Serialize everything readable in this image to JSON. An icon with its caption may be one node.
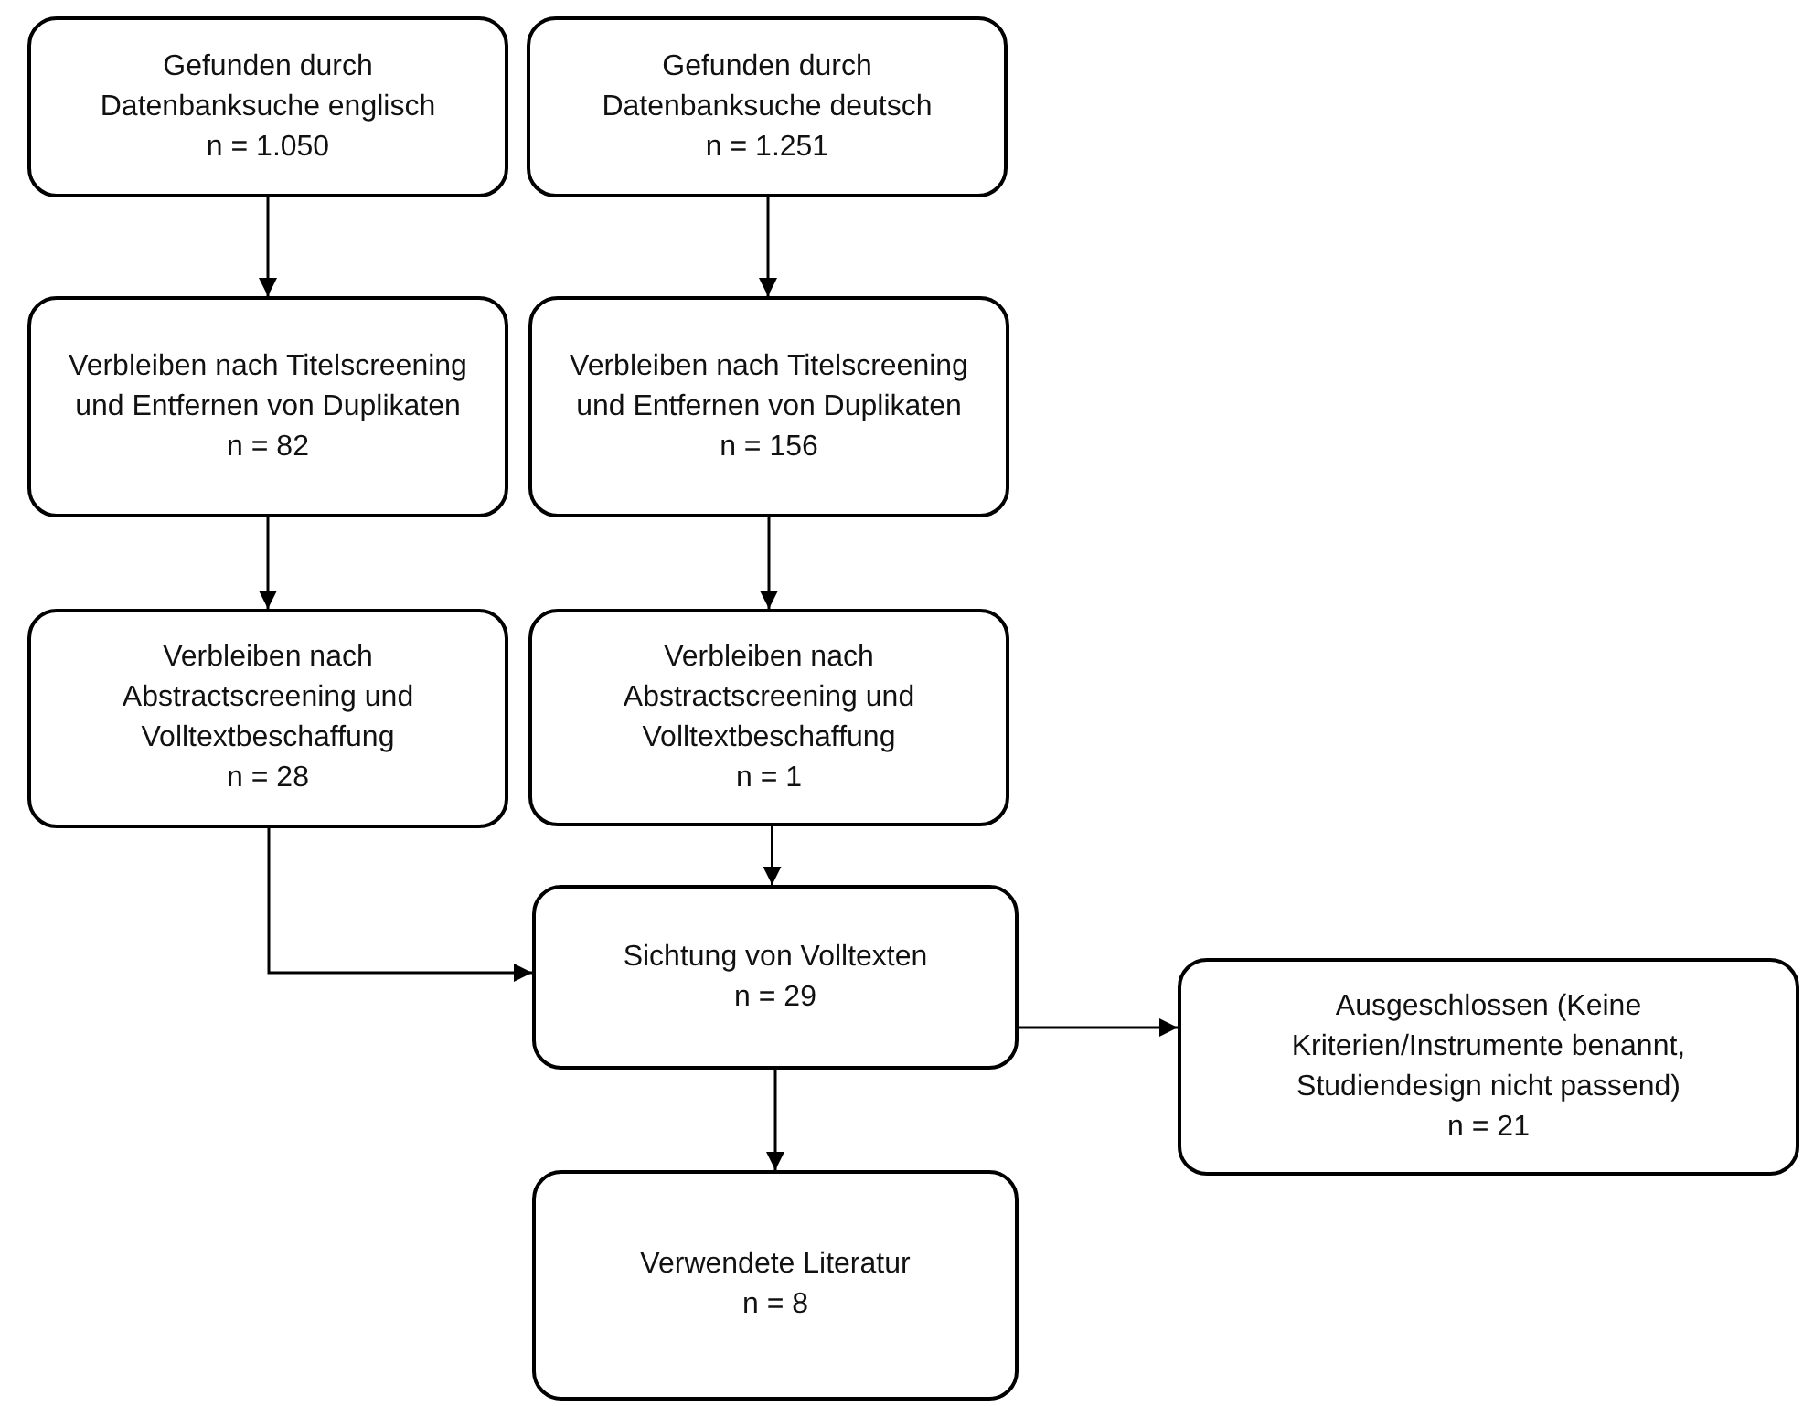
{
  "diagram": {
    "nodes": [
      {
        "text": [
          "Gefunden durch Datenbanksuche englisch",
          "n = 1.050"
        ]
      },
      {
        "text": [
          "Gefunden durch Datenbanksuche deutsch",
          "n = 1.251"
        ]
      },
      {
        "text": [
          "Verbleiben nach Titelscreening und Entfernen von Duplikaten",
          "n = 82"
        ]
      },
      {
        "text": [
          "Verbleiben nach Titelscreening und Entfernen von Duplikaten",
          "n = 156"
        ]
      },
      {
        "text": [
          "Verbleiben nach Abstractscreening und Volltextbeschaffung",
          "n = 28"
        ]
      },
      {
        "text": [
          "Verbleiben nach Abstractscreening und Volltextbeschaffung",
          "n = 1"
        ]
      },
      {
        "text": [
          "Sichtung von Volltexten",
          "n = 29"
        ]
      },
      {
        "text": [
          "Ausgeschlossen (Keine Kriterien/Instrumente benannt, Studiendesign nicht passend)",
          "n = 21"
        ]
      },
      {
        "text": [
          "Verwendete Literatur",
          "n = 8"
        ]
      }
    ],
    "edges": [
      {
        "from": 0,
        "to": 2,
        "arrow": "to"
      },
      {
        "from": 1,
        "to": 3,
        "arrow": "to"
      },
      {
        "from": 2,
        "to": 4,
        "arrow": "to"
      },
      {
        "from": 3,
        "to": 5,
        "arrow": "to"
      },
      {
        "from": 4,
        "to": 6,
        "arrow": "to"
      },
      {
        "from": 5,
        "to": 6,
        "arrow": "to"
      },
      {
        "from": 6,
        "to": 7,
        "arrow": "to"
      },
      {
        "from": 6,
        "to": 8,
        "arrow": "to"
      }
    ]
  }
}
